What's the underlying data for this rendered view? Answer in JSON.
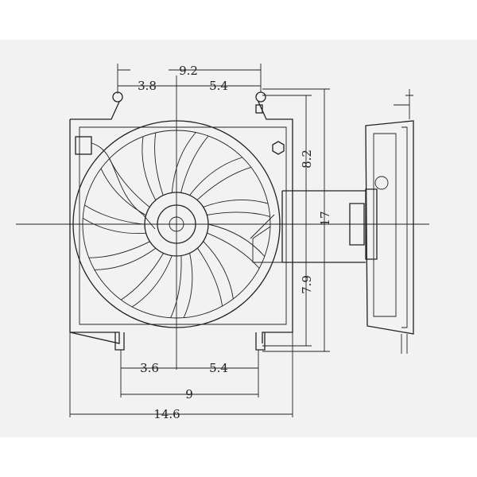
{
  "drawing": {
    "title": "Radiator fan assembly dimensional drawing",
    "dimensions": {
      "top_total": "9.2",
      "top_left": "3.8",
      "top_right": "5.4",
      "right_upper": "8.2",
      "right_lower": "7.9",
      "overall_height": "17",
      "bottom_left": "3.6",
      "bottom_right": "5.4",
      "bottom_mounts": "9",
      "overall_width": "14.6"
    },
    "colors": {
      "line": "#222222",
      "background": "#f2f2f2"
    }
  }
}
